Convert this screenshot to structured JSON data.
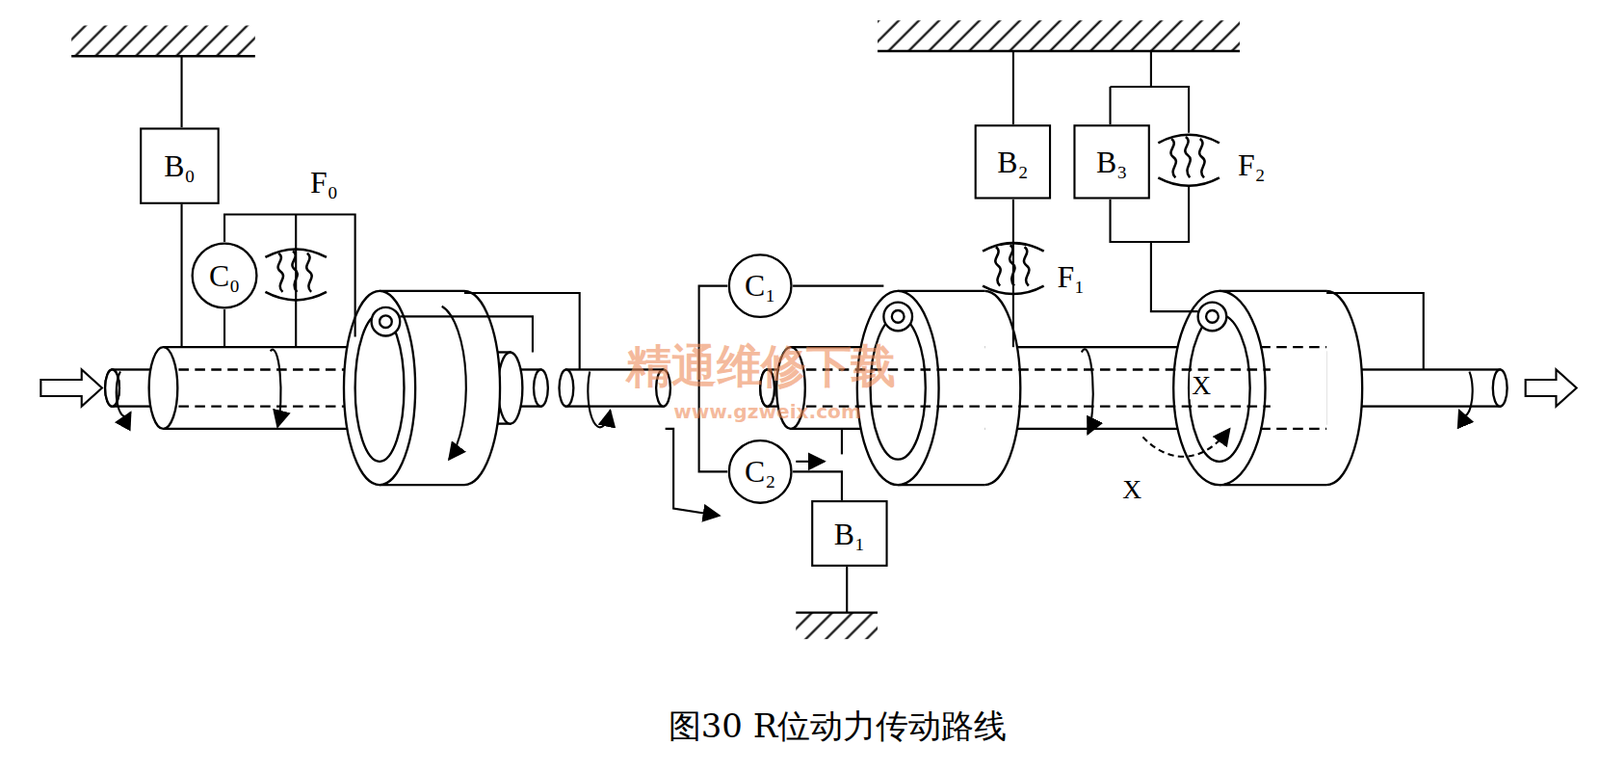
{
  "diagram": {
    "caption": "图30 R位动力传动路线",
    "nodes": [
      {
        "text": [
          "B₀"
        ]
      },
      {
        "text": [
          "C₀"
        ]
      },
      {
        "text": [
          "C₁"
        ]
      },
      {
        "text": [
          "C₂"
        ]
      },
      {
        "text": [
          "B₁"
        ]
      },
      {
        "text": [
          "B₂"
        ]
      },
      {
        "text": [
          "B₃"
        ]
      }
    ],
    "edges": [
      {
        "from": 2,
        "to": 3,
        "arrow": "none"
      },
      {
        "from": 3,
        "to": 4,
        "arrow": "none"
      }
    ],
    "labels": [
      "F₀",
      "F₁",
      "F₂",
      "X",
      "X",
      "精通维修下载",
      "www.gzweix.com"
    ]
  }
}
